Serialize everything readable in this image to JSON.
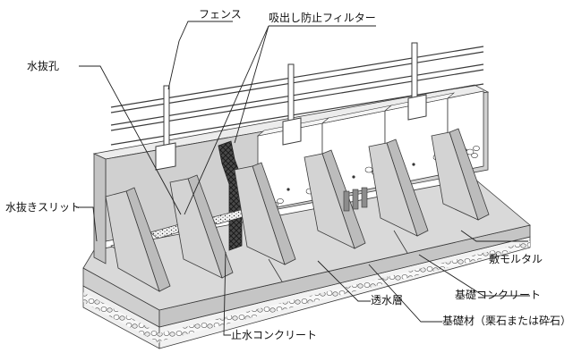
{
  "labels": {
    "fence": "フェンス",
    "filter": "吸出し防止フィルター",
    "drain_hole": "水抜孔",
    "drain_slit": "水抜きスリット",
    "mortar": "敷モルタル",
    "foundation_concrete": "基礎コンクリート",
    "permeable_layer": "透水層",
    "foundation_material": "基礎材（栗石または砕石）",
    "waterstop_concrete": "止水コンクリート"
  },
  "colors": {
    "wall_face": "#d4d4d4",
    "wall_top": "#ececec",
    "slab_top": "#d9d9d9",
    "slab_front": "#c9c9c9",
    "block": "#ffffff",
    "waterstop": "#3c3c3c",
    "gravel": "#f4f4f4",
    "line": "#3a3a3a"
  }
}
